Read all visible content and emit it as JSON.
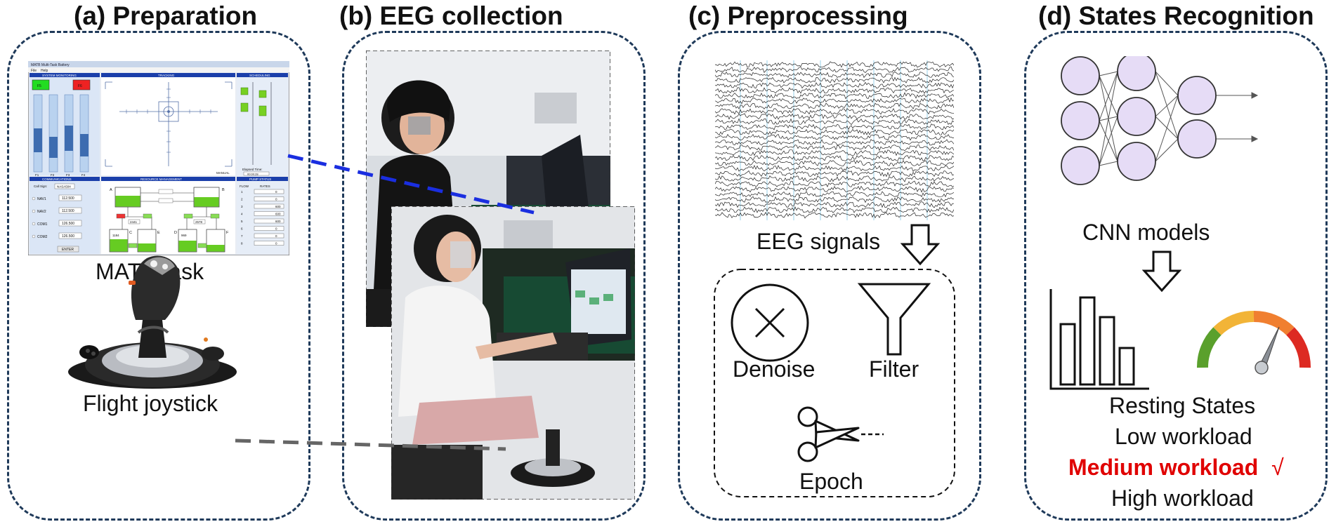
{
  "panels": {
    "a": {
      "title": "(a) Preparation",
      "matb_label": "MATB task",
      "joystick_label": "Flight joystick"
    },
    "b": {
      "title": "(b) EEG collection"
    },
    "c": {
      "title": "(c) Preprocessing",
      "signals_label": "EEG signals",
      "steps": {
        "denoise": "Denoise",
        "filter": "Filter",
        "epoch": "Epoch"
      }
    },
    "d": {
      "title": "(d) States Recognition",
      "model_label": "CNN models",
      "states": {
        "resting": "Resting States",
        "low": "Low workload",
        "medium": "Medium workload",
        "check": "√",
        "high": "High workload"
      }
    }
  },
  "matb": {
    "window_title": "MATB Multi-Task Battery",
    "menu_file": "File",
    "menu_help": "Help",
    "system_monitoring": "SYSTEM MONITORING",
    "tracking": "TRACKING",
    "scheduling": "SCHEDULING",
    "communications": "COMMUNICATIONS",
    "resource_management": "RESOURCE MANAGEMENT",
    "pump_status": "PUMP STATUS",
    "f1": "F5",
    "f2": "F6",
    "scale_labels": [
      "F1",
      "F2",
      "F3",
      "F4"
    ],
    "manual": "MANUAL",
    "elapsed": "Elapsed Time:",
    "elapsed_value": "00:00:28",
    "call_sign": "Call Sign:",
    "call_sign_value": "NASA504",
    "radios": [
      {
        "name": "NAV1",
        "freq": "112.500"
      },
      {
        "name": "NAV2",
        "freq": "112.500"
      },
      {
        "name": "COM1",
        "freq": "126.500"
      },
      {
        "name": "COM2",
        "freq": "126.500"
      }
    ],
    "enter": "ENTER",
    "tanks": {
      "a": "A",
      "b": "B",
      "c": "C",
      "d": "D",
      "e": "E",
      "f": "F"
    },
    "tank_values": {
      "a": "2441",
      "b": "2578",
      "c": "1184",
      "d": "969"
    },
    "pump_header_flow": "FLOW",
    "pump_header_rates": "RATES",
    "pumps": [
      "1",
      "2",
      "3",
      "4",
      "5",
      "6",
      "7",
      "8"
    ],
    "rates": [
      "0",
      "0",
      "600",
      "600",
      "600",
      "0",
      "0",
      "0"
    ]
  },
  "colors": {
    "panel_border": "#1f3a5a",
    "link_blue": "#1a2ee0",
    "link_gray": "#666666",
    "highlight_red": "#e00000",
    "node_fill": "#e6dcf6"
  }
}
